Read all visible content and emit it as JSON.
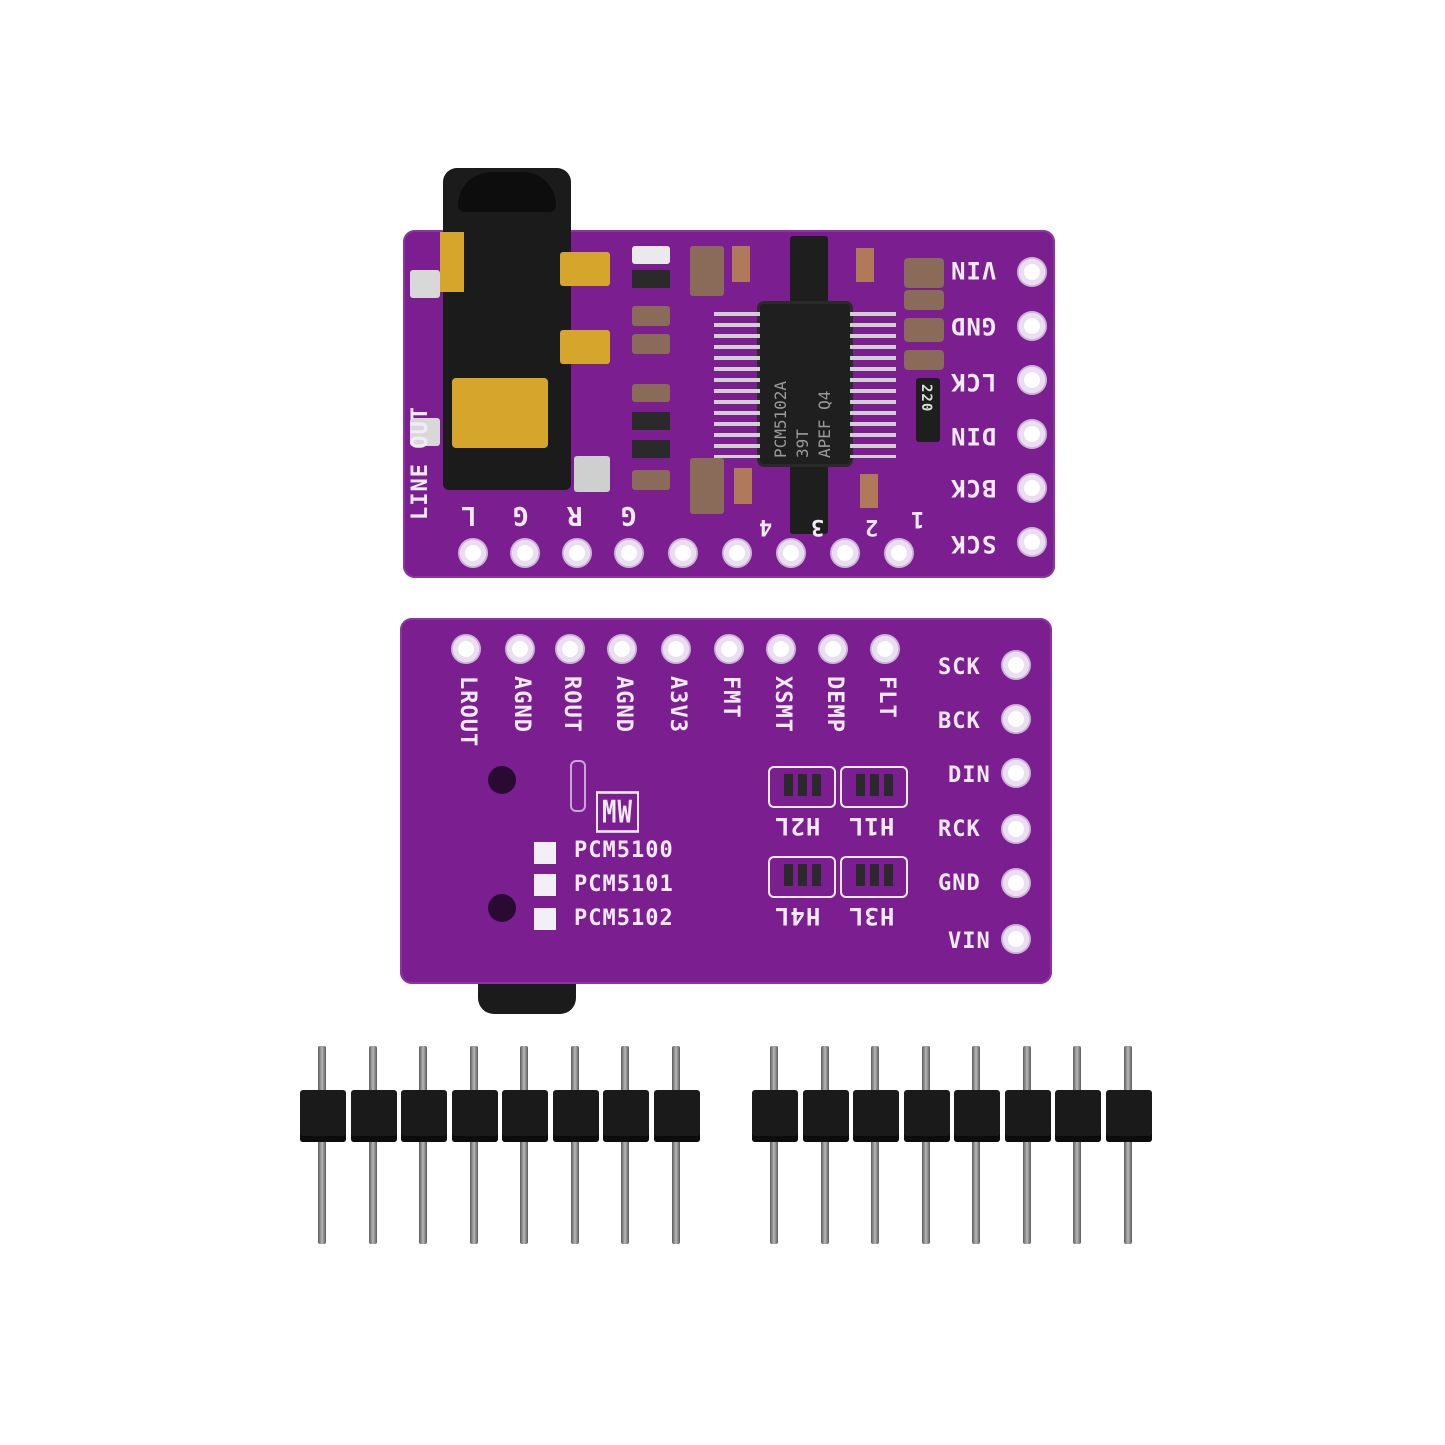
{
  "top_board": {
    "chip_lines": [
      "PCM5102A",
      "39T",
      "APEF Q4"
    ],
    "resistor_label": "220",
    "right_pins": [
      "VIN",
      "GND",
      "LCK",
      "DIN",
      "BCK",
      "SCK"
    ],
    "bottom_pin_labels": [
      "L",
      "G",
      "R",
      "G",
      "4",
      "3",
      "2",
      "1"
    ],
    "jack_label": "LINE OUT"
  },
  "bottom_board": {
    "top_pins": [
      "LROUT",
      "AGND",
      "ROUT",
      "AGND",
      "A3V3",
      "FMT",
      "XSMT",
      "DEMP",
      "FLT"
    ],
    "right_pins": [
      "SCK",
      "BCK",
      "DIN",
      "RCK",
      "GND",
      "VIN"
    ],
    "logo": "MW",
    "variants": [
      "PCM5100",
      "PCM5101",
      "PCM5102"
    ],
    "jumpers": [
      "H1L",
      "H2L",
      "H3L",
      "H4L"
    ]
  },
  "colors": {
    "pcb": "#7a1f8f",
    "silk": "#f3eaf7",
    "gold": "#d4a22a",
    "header": "#1a1a1a",
    "pin_metal": "#8a8a8a"
  }
}
